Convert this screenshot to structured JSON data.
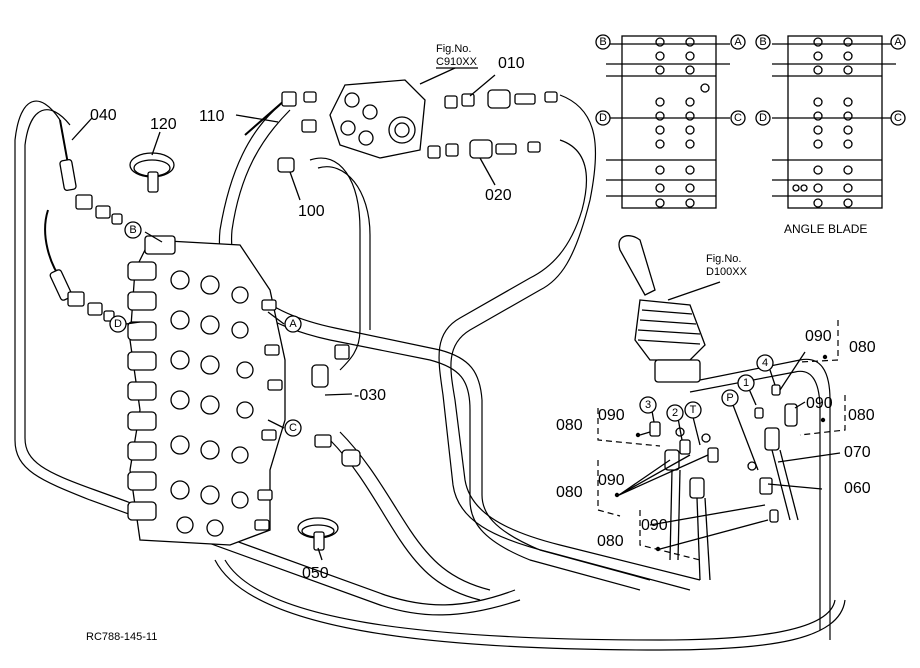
{
  "figure_refs": {
    "c910": {
      "line1": "Fig.No.",
      "line2": "C910XX"
    },
    "d100": {
      "line1": "Fig.No.",
      "line2": "D100XX"
    }
  },
  "part_numbers": {
    "p010": "010",
    "p020": "020",
    "p030": "-030",
    "p040": "040",
    "p050": "050",
    "p060": "060",
    "p070": "070",
    "p080": "080",
    "p090": "090",
    "p100": "100",
    "p110": "110",
    "p120": "120"
  },
  "port_letters": {
    "A": "A",
    "B": "B",
    "C": "C",
    "D": "D",
    "P": "P",
    "T": "T"
  },
  "port_numbers": {
    "n1": "1",
    "n2": "2",
    "n3": "3",
    "n4": "4"
  },
  "inset_caption": "ANGLE BLADE",
  "drawing_code": "RC788-145-11"
}
